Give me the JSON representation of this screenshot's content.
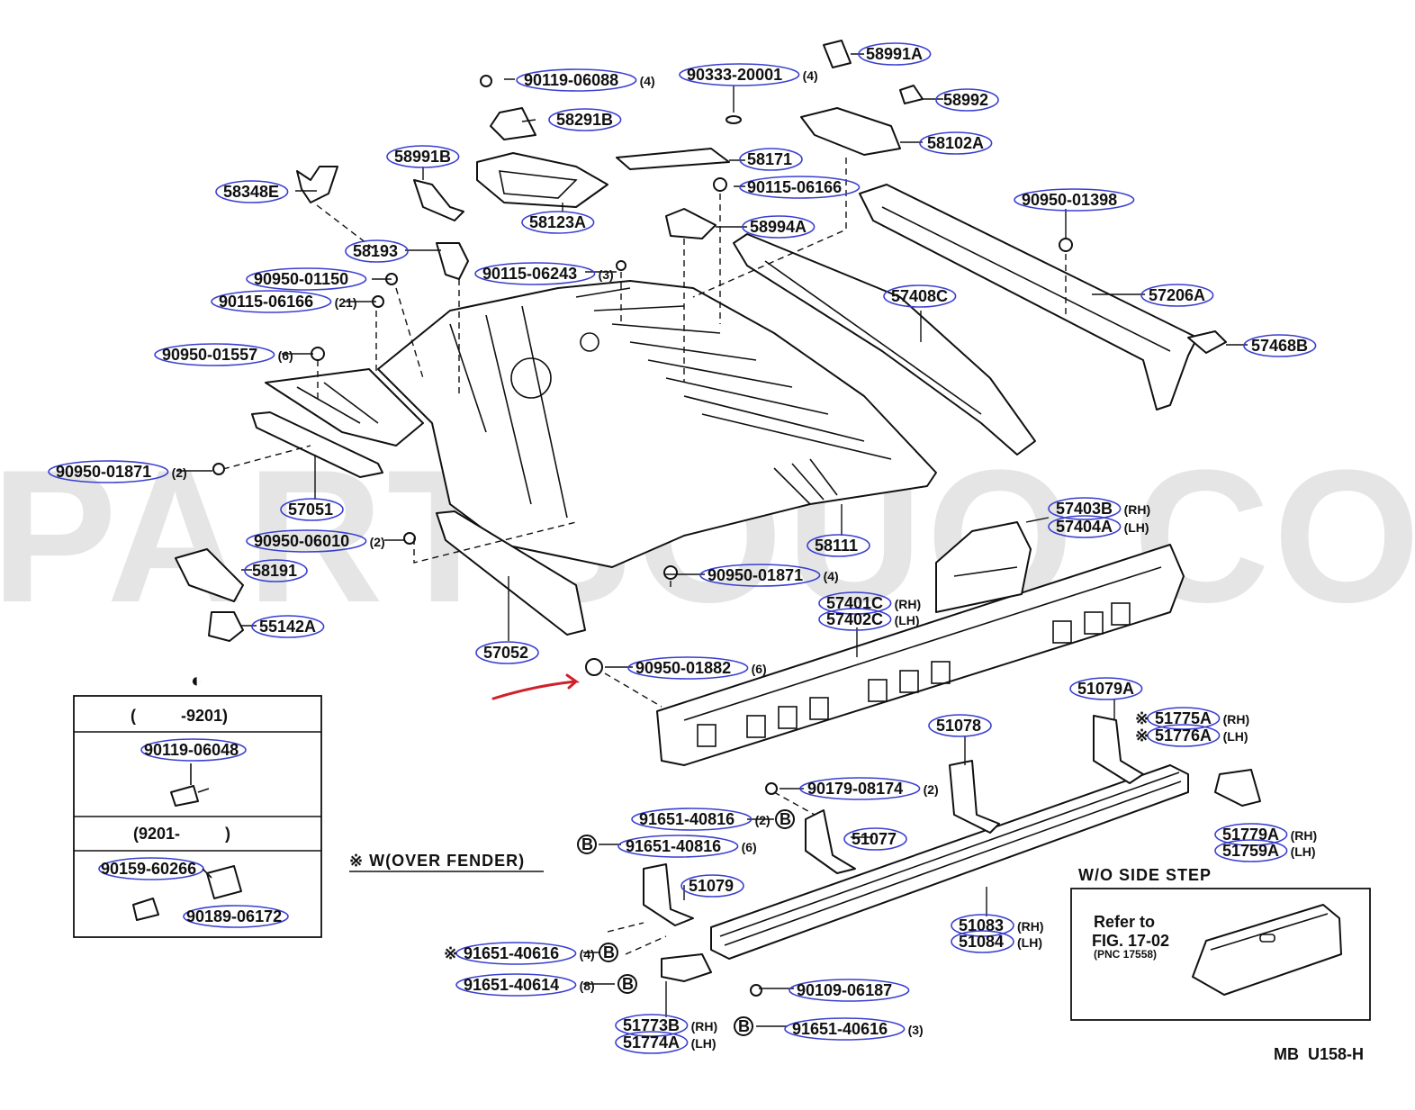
{
  "watermark": "PARTSOUQ.COM",
  "diagram_code": "MB  U158-H",
  "over_fender_note": "※ W(OVER FENDER)",
  "side_step_note": "W/O SIDE STEP",
  "refer": {
    "line1": "Refer to",
    "line2": "FIG. 17-02",
    "line3": "(PNC 17558)"
  },
  "legend_box": {
    "range1": "(          -9201)",
    "range2": "(9201-          )",
    "part_a": "90119-06048",
    "part_b": "90159-60266",
    "part_c": "90189-06172"
  },
  "legend_symbol": "◐",
  "b_marker": "B",
  "labels": [
    {
      "id": "p1",
      "code": "90119-06088",
      "qty": "(4)"
    },
    {
      "id": "p2",
      "code": "58291B",
      "qty": ""
    },
    {
      "id": "p3",
      "code": "90333-20001",
      "qty": "(4)"
    },
    {
      "id": "p4",
      "code": "58991A",
      "qty": ""
    },
    {
      "id": "p5",
      "code": "58992",
      "qty": ""
    },
    {
      "id": "p6",
      "code": "58102A",
      "qty": ""
    },
    {
      "id": "p7",
      "code": "58171",
      "qty": ""
    },
    {
      "id": "p8",
      "code": "90115-06166",
      "qty": ""
    },
    {
      "id": "p9",
      "code": "58991B",
      "qty": ""
    },
    {
      "id": "p10",
      "code": "58348E",
      "qty": ""
    },
    {
      "id": "p11",
      "code": "58123A",
      "qty": ""
    },
    {
      "id": "p12",
      "code": "58994A",
      "qty": ""
    },
    {
      "id": "p13",
      "code": "90950-01398",
      "qty": ""
    },
    {
      "id": "p14",
      "code": "58193",
      "qty": ""
    },
    {
      "id": "p15",
      "code": "90950-01150",
      "qty": ""
    },
    {
      "id": "p16",
      "code": "90115-06243",
      "qty": "(3)"
    },
    {
      "id": "p17",
      "code": "90115-06166",
      "qty": "(21)"
    },
    {
      "id": "p18",
      "code": "57408C",
      "qty": ""
    },
    {
      "id": "p19",
      "code": "57206A",
      "qty": ""
    },
    {
      "id": "p20",
      "code": "57468B",
      "qty": ""
    },
    {
      "id": "p21",
      "code": "90950-01557",
      "qty": "(6)"
    },
    {
      "id": "p22",
      "code": "90950-01871",
      "qty": "(2)"
    },
    {
      "id": "p23",
      "code": "57051",
      "qty": ""
    },
    {
      "id": "p24",
      "code": "57403B",
      "qty": "(RH)"
    },
    {
      "id": "p25",
      "code": "57404A",
      "qty": "(LH)"
    },
    {
      "id": "p26",
      "code": "90950-06010",
      "qty": "(2)"
    },
    {
      "id": "p27",
      "code": "58111",
      "qty": ""
    },
    {
      "id": "p28",
      "code": "58191",
      "qty": ""
    },
    {
      "id": "p29",
      "code": "90950-01871",
      "qty": "(4)"
    },
    {
      "id": "p30",
      "code": "57401C",
      "qty": "(RH)"
    },
    {
      "id": "p31",
      "code": "57402C",
      "qty": "(LH)"
    },
    {
      "id": "p32",
      "code": "55142A",
      "qty": ""
    },
    {
      "id": "p33",
      "code": "57052",
      "qty": ""
    },
    {
      "id": "p34",
      "code": "90950-01882",
      "qty": "(6)"
    },
    {
      "id": "p35",
      "code": "51079A",
      "qty": ""
    },
    {
      "id": "p36",
      "code": "51078",
      "qty": ""
    },
    {
      "id": "p37",
      "code": "51775A",
      "qty": "(RH)"
    },
    {
      "id": "p38",
      "code": "51776A",
      "qty": "(LH)"
    },
    {
      "id": "p39",
      "code": "90179-08174",
      "qty": "(2)"
    },
    {
      "id": "p40",
      "code": "91651-40816",
      "qty": "(2)"
    },
    {
      "id": "p41",
      "code": "51077",
      "qty": ""
    },
    {
      "id": "p42",
      "code": "91651-40816",
      "qty": "(6)"
    },
    {
      "id": "p43",
      "code": "51779A",
      "qty": "(RH)"
    },
    {
      "id": "p44",
      "code": "51759A",
      "qty": "(LH)"
    },
    {
      "id": "p45",
      "code": "51079",
      "qty": ""
    },
    {
      "id": "p46",
      "code": "91651-40616",
      "qty": "(4)"
    },
    {
      "id": "p47",
      "code": "51083",
      "qty": "(RH)"
    },
    {
      "id": "p48",
      "code": "51084",
      "qty": "(LH)"
    },
    {
      "id": "p49",
      "code": "91651-40614",
      "qty": "(8)"
    },
    {
      "id": "p50",
      "code": "90109-06187",
      "qty": ""
    },
    {
      "id": "p51",
      "code": "51773B",
      "qty": "(RH)"
    },
    {
      "id": "p52",
      "code": "51774A",
      "qty": "(LH)"
    },
    {
      "id": "p53",
      "code": "91651-40616",
      "qty": "(3)"
    }
  ],
  "marks": {
    "p37": "※",
    "p38": "※",
    "p46": "※"
  }
}
